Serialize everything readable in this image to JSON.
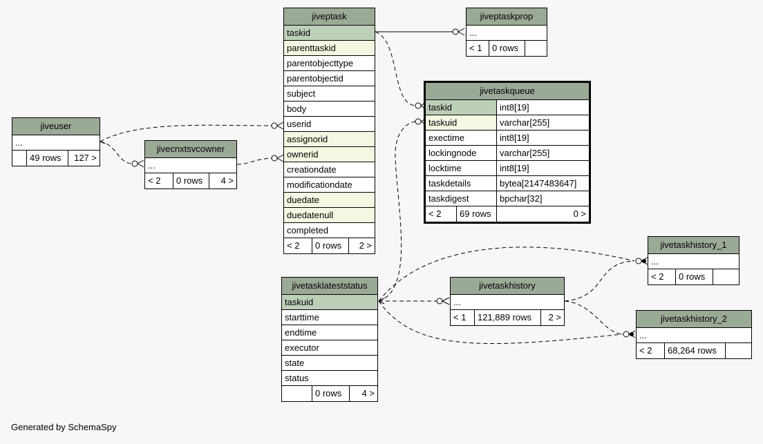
{
  "footer_text": "Generated by SchemaSpy",
  "colors": {
    "header": "#9baa97",
    "primary_key": "#bdcfb9",
    "foreign_key": "#f4f7e1",
    "background": "#f7f7f7"
  },
  "tables": {
    "jiveptask": {
      "name": "jiveptask",
      "cols": [
        "taskid",
        "parenttaskid",
        "parentobjecttype",
        "parentobjectid",
        "subject",
        "body",
        "userid",
        "assignorid",
        "ownerid",
        "creationdate",
        "modificationdate",
        "duedate",
        "duedatenull",
        "completed"
      ],
      "foot": [
        "< 2",
        "0 rows",
        "2 >"
      ]
    },
    "jiveptaskprop": {
      "name": "jiveptaskprop",
      "cols": [
        "..."
      ],
      "foot": [
        "< 1",
        "0 rows",
        ""
      ]
    },
    "jiveuser": {
      "name": "jiveuser",
      "cols": [
        "..."
      ],
      "foot": [
        "",
        "49 rows",
        "127 >"
      ]
    },
    "jivecnxtsvcowner": {
      "name": "jivecnxtsvcowner",
      "cols": [
        "..."
      ],
      "foot": [
        "< 2",
        "0 rows",
        "4 >"
      ]
    },
    "jivetaskqueue": {
      "name": "jivetaskqueue",
      "rows": [
        {
          "name": "taskid",
          "type": "int8[19]"
        },
        {
          "name": "taskuid",
          "type": "varchar[255]"
        },
        {
          "name": "exectime",
          "type": "int8[19]"
        },
        {
          "name": "lockingnode",
          "type": "varchar[255]"
        },
        {
          "name": "locktime",
          "type": "int8[19]"
        },
        {
          "name": "taskdetails",
          "type": "bytea[2147483647]"
        },
        {
          "name": "taskdigest",
          "type": "bpchar[32]"
        }
      ],
      "foot": [
        "< 2",
        "69 rows",
        "0 >"
      ]
    },
    "jivetasklateststatus": {
      "name": "jivetasklateststatus",
      "cols": [
        "taskuid",
        "starttime",
        "endtime",
        "executor",
        "state",
        "status"
      ],
      "foot": [
        "",
        "0 rows",
        "4 >"
      ]
    },
    "jivetaskhistory": {
      "name": "jivetaskhistory",
      "cols": [
        "..."
      ],
      "foot": [
        "< 1",
        "121,889 rows",
        "2 >"
      ]
    },
    "jivetaskhistory_1": {
      "name": "jivetaskhistory_1",
      "cols": [
        "..."
      ],
      "foot": [
        "< 2",
        "0 rows",
        ""
      ]
    },
    "jivetaskhistory_2": {
      "name": "jivetaskhistory_2",
      "cols": [
        "..."
      ],
      "foot": [
        "< 2",
        "68,264 rows",
        ""
      ]
    }
  }
}
